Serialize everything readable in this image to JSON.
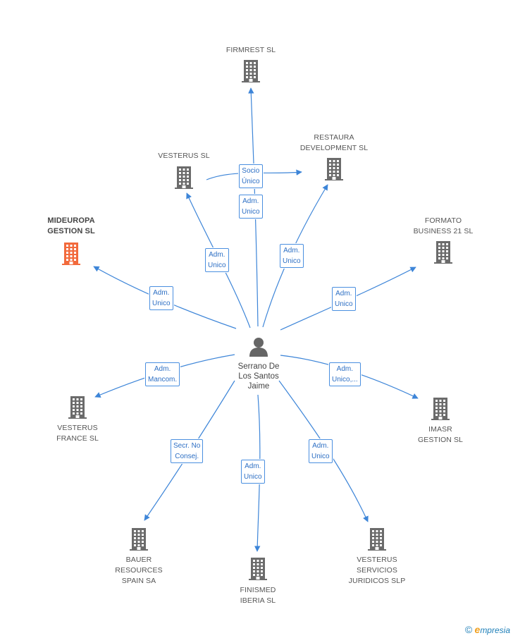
{
  "center": {
    "id": "person",
    "name": "Serrano De\nLos Santos\nJaime",
    "icon": "person-icon"
  },
  "colors": {
    "edge": "#3d85d8",
    "company_icon": "#6b6b6b",
    "highlight_icon": "#f26a3c",
    "role_text": "#2d6fc4",
    "role_border": "#4a8fe0"
  },
  "companies": [
    {
      "id": "firmrest",
      "name": "FIRMREST SL",
      "icon": "building-icon",
      "highlight": false
    },
    {
      "id": "vesterus-sl",
      "name": "VESTERUS SL",
      "icon": "building-icon",
      "highlight": false
    },
    {
      "id": "restaura",
      "name": "RESTAURA\nDEVELOPMENT SL",
      "icon": "building-icon",
      "highlight": false
    },
    {
      "id": "mideuropa",
      "name": "MIDEUROPA\nGESTION SL",
      "icon": "building-icon",
      "highlight": true
    },
    {
      "id": "formato",
      "name": "FORMATO\nBUSINESS 21  SL",
      "icon": "building-icon",
      "highlight": false
    },
    {
      "id": "vesterus-france",
      "name": "VESTERUS\nFRANCE SL",
      "icon": "building-icon",
      "highlight": false
    },
    {
      "id": "imasr",
      "name": "IMASR\nGESTION  SL",
      "icon": "building-icon",
      "highlight": false
    },
    {
      "id": "bauer",
      "name": "BAUER\nRESOURCES\nSPAIN SA",
      "icon": "building-icon",
      "highlight": false
    },
    {
      "id": "finismed",
      "name": "FINISMED\nIBERIA SL",
      "icon": "building-icon",
      "highlight": false
    },
    {
      "id": "vesterus-servicios",
      "name": "VESTERUS\nSERVICIOS\nJURIDICOS  SLP",
      "icon": "building-icon",
      "highlight": false
    }
  ],
  "relations": [
    {
      "id": "r-firmrest",
      "from": "person",
      "to": "firmrest",
      "label": "Adm.\nUnico"
    },
    {
      "id": "r-vesterus-restaura",
      "from": "vesterus-sl",
      "to": "restaura",
      "label": "Socio\nÚnico"
    },
    {
      "id": "r-vesterus",
      "from": "person",
      "to": "vesterus-sl",
      "label": "Adm.\nUnico"
    },
    {
      "id": "r-restaura",
      "from": "person",
      "to": "restaura",
      "label": "Adm.\nUnico"
    },
    {
      "id": "r-mideuropa",
      "from": "person",
      "to": "mideuropa",
      "label": "Adm.\nUnico"
    },
    {
      "id": "r-formato",
      "from": "person",
      "to": "formato",
      "label": "Adm.\nUnico"
    },
    {
      "id": "r-vesterus-france",
      "from": "person",
      "to": "vesterus-france",
      "label": "Adm.\nMancom."
    },
    {
      "id": "r-imasr",
      "from": "person",
      "to": "imasr",
      "label": "Adm.\nUnico,..."
    },
    {
      "id": "r-bauer",
      "from": "person",
      "to": "bauer",
      "label": "Secr.  No\nConsej."
    },
    {
      "id": "r-finismed",
      "from": "person",
      "to": "finismed",
      "label": "Adm.\nUnico"
    },
    {
      "id": "r-vesterus-servicios",
      "from": "person",
      "to": "vesterus-servicios",
      "label": "Adm.\nUnico"
    }
  ],
  "footer": {
    "copyright": "©",
    "brand_initial": "e",
    "brand_rest": "mpresia"
  }
}
